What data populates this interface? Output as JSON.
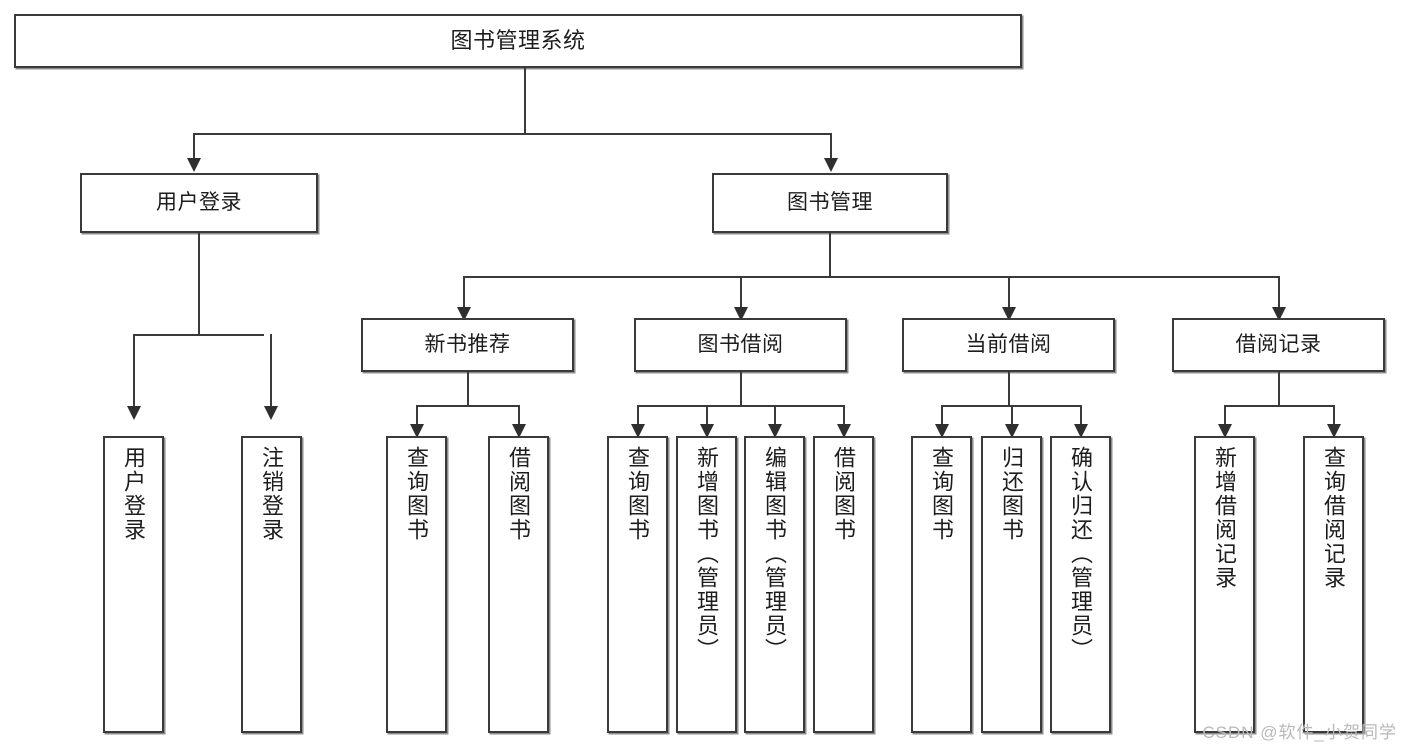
{
  "diagram": {
    "title": "图书管理系统",
    "watermark": "CSDN @软件_小贺同学",
    "line_color": "#3a3a3a",
    "box_fill": "#ffffff",
    "text_color": "#1d1d1d",
    "levels": {
      "root": {
        "label": "图书管理系统"
      },
      "level2": [
        {
          "label": "用户登录"
        },
        {
          "label": "图书管理"
        }
      ],
      "level3": [
        {
          "label": "新书推荐"
        },
        {
          "label": "图书借阅"
        },
        {
          "label": "当前借阅"
        },
        {
          "label": "借阅记录"
        }
      ],
      "leaves": {
        "user_login": [
          {
            "label": "用户登录"
          },
          {
            "label": "注销登录"
          }
        ],
        "new_book_recommend": [
          {
            "label": "查询图书"
          },
          {
            "label": "借阅图书"
          }
        ],
        "book_borrow": [
          {
            "label": "查询图书"
          },
          {
            "label": "新增图书（管理员）"
          },
          {
            "label": "编辑图书（管理员）"
          },
          {
            "label": "借阅图书"
          }
        ],
        "current_borrow": [
          {
            "label": "查询图书"
          },
          {
            "label": "归还图书"
          },
          {
            "label": "确认归还（管理员）"
          }
        ],
        "borrow_record": [
          {
            "label": "新增借阅记录"
          },
          {
            "label": "查询借阅记录"
          }
        ]
      }
    }
  }
}
